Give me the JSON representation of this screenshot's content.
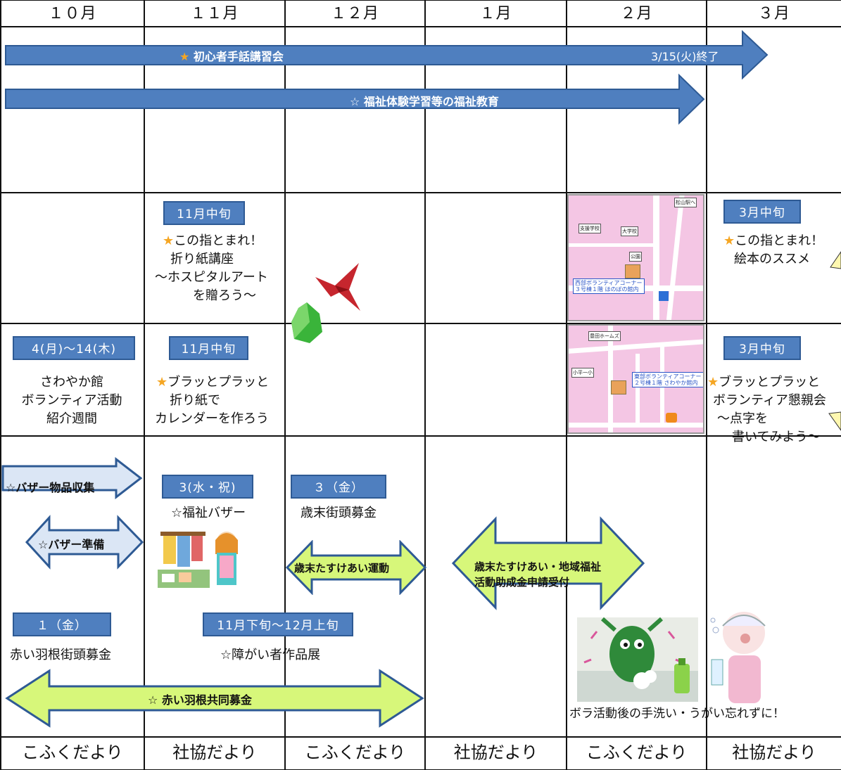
{
  "months": [
    "１０月",
    "１１月",
    "１２月",
    "１月",
    "２月",
    "３月"
  ],
  "colors": {
    "blue_arrow": "#4f7fbf",
    "green_arrow": "#d7f77a",
    "light_blue_arrow": "#dbe6f5",
    "badge": "#4f7fbf",
    "star": "#f5a623"
  },
  "arrows": {
    "sign_language": {
      "label": "初心者手話講習会",
      "end_note": "3/15(火)終了"
    },
    "welfare_education": {
      "label": "☆ 福祉体験学習等の福祉教育"
    },
    "bazaar_collect": {
      "label": "☆バザー物品収集"
    },
    "bazaar_prep": {
      "label": "☆バザー準備"
    },
    "year_end_campaign": {
      "label": "歳末たすけあい運動"
    },
    "grant_application": {
      "line1": "歳末たすけあい・地域福祉",
      "line2": "活動助成金申請受付"
    },
    "red_feather": {
      "label": "☆ 赤い羽根共同募金"
    }
  },
  "row2": {
    "nov": {
      "badge": "11月中旬",
      "line1": "この指とまれ！",
      "line2": "折り紙講座",
      "line3": "～ホスピタルアート",
      "line4": "を贈ろう～"
    },
    "mar": {
      "badge": "3月中旬",
      "line1": "この指とまれ！",
      "line2": "絵本のススメ"
    }
  },
  "row3": {
    "oct": {
      "badge": "4(月)～14(木)",
      "line1": "さわやか館",
      "line2": "ボランティア活動",
      "line3": "紹介週間"
    },
    "nov": {
      "badge": "11月中旬",
      "line1": "ブラッとプラッと",
      "line2": "折り紙で",
      "line3": "カレンダーを作ろう"
    },
    "mar": {
      "badge": "3月中旬",
      "line1": "ブラッとプラッと",
      "line2": "ボランティア懇親会",
      "line3": "～点字を",
      "line4": "書いてみよう～"
    }
  },
  "row4": {
    "nov_bazaar": {
      "badge": "3(水・祝)",
      "text": "☆福祉バザー"
    },
    "dec_collect": {
      "badge": "３（金）",
      "text": "歳末街頭募金"
    },
    "oct_collect": {
      "badge": "１（金）",
      "text": "赤い羽根街頭募金"
    },
    "exhibit": {
      "badge": "11月下旬～12月上旬",
      "text": "☆障がい者作品展"
    },
    "caption": "ボラ活動後の手洗い・うがい忘れずに！"
  },
  "maps": {
    "west": {
      "line1": "西部ボランティアコーナー",
      "line2": "３号棟１階 ほのぼの館内",
      "corner": "松山駅へ"
    },
    "east": {
      "line1": "東部ボランティアコーナー",
      "line2": "２号棟１階 さわやか館内",
      "corner": "豊田ホームズ"
    }
  },
  "footer": [
    "こふくだより",
    "社協だより",
    "こふくだより",
    "社協だより",
    "こふくだより",
    "社協だより"
  ]
}
